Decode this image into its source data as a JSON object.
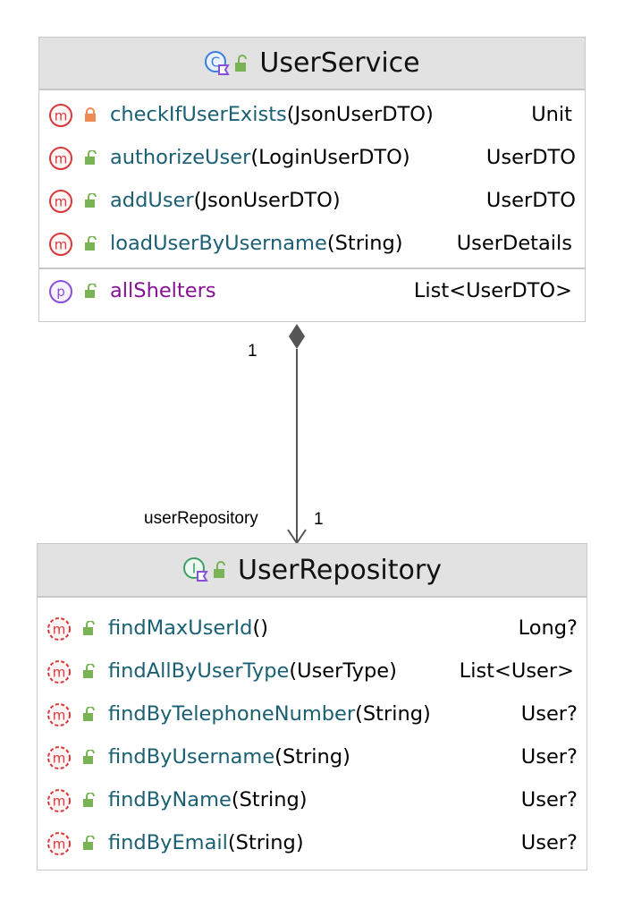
{
  "classes": [
    {
      "name": "UserService",
      "kind": "class",
      "methods": [
        {
          "name": "checkIfUserExists",
          "params": "(JsonUserDTO)",
          "return": "Unit",
          "visibility": "private"
        },
        {
          "name": "authorizeUser",
          "params": "(LoginUserDTO)",
          "return": "UserDTO",
          "visibility": "public"
        },
        {
          "name": "addUser",
          "params": "(JsonUserDTO)",
          "return": "UserDTO",
          "visibility": "public"
        },
        {
          "name": "loadUserByUsername",
          "params": "(String)",
          "return": "UserDetails",
          "visibility": "public"
        }
      ],
      "properties": [
        {
          "name": "allShelters",
          "return": "List<UserDTO>",
          "visibility": "public"
        }
      ]
    },
    {
      "name": "UserRepository",
      "kind": "interface",
      "methods": [
        {
          "name": "findMaxUserId",
          "params": "()",
          "return": "Long?",
          "visibility": "public"
        },
        {
          "name": "findAllByUserType",
          "params": "(UserType)",
          "return": "List<User>",
          "visibility": "public"
        },
        {
          "name": "findByTelephoneNumber",
          "params": "(String)",
          "return": "User?",
          "visibility": "public"
        },
        {
          "name": "findByUsername",
          "params": "(String)",
          "return": "User?",
          "visibility": "public"
        },
        {
          "name": "findByName",
          "params": "(String)",
          "return": "User?",
          "visibility": "public"
        },
        {
          "name": "findByEmail",
          "params": "(String)",
          "return": "User?",
          "visibility": "public"
        }
      ]
    }
  ],
  "relation": {
    "type": "composition",
    "source_multiplicity": "1",
    "target_multiplicity": "1",
    "role": "userRepository"
  },
  "colors": {
    "method_name": "#1a5f73",
    "property_name": "#871094",
    "method_icon": "#d9383a",
    "property_icon": "#8a4fd8",
    "class_icon": "#3a7de0",
    "interface_icon": "#3c9e63",
    "public_lock": "#79b355",
    "private_lock": "#ef8b52",
    "header_bg": "#e2e2e2",
    "border": "#c8c8c8"
  }
}
